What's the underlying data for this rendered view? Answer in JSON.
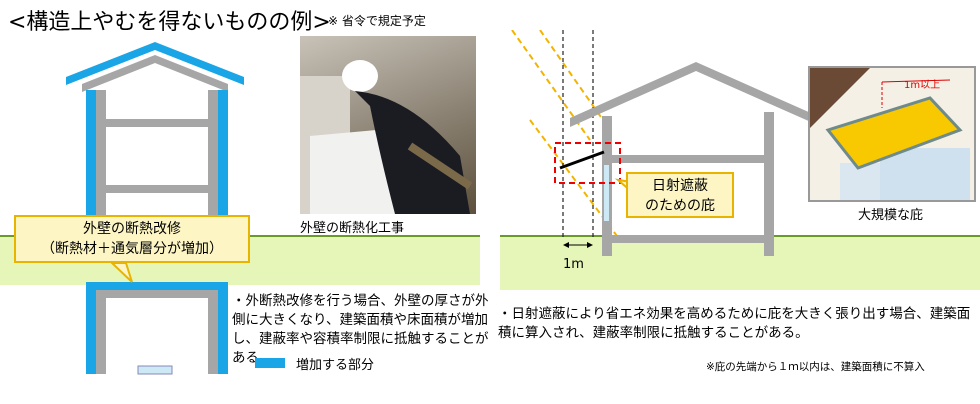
{
  "title": "<構造上やむを得ないものの例>",
  "title_note": "※ 省令で規定予定",
  "left": {
    "callout": {
      "line1": "外壁の断熱改修",
      "line2": "（断熱材＋通気層分が増加）"
    },
    "photo_caption": "外壁の断熱化工事",
    "bullet": "・外断熱改修を行う場合、外壁の厚さが外側に大きくなり、建築面積や床面積が増加し、建蔽率や容積率制限に抵触することがある。",
    "legend": {
      "label": "増加する部分",
      "color": "#1aa5e6"
    }
  },
  "right": {
    "eave_label": {
      "line1": "日射遮蔽",
      "line2": "のための庇"
    },
    "dim_label": "1m",
    "inset_label": "1m以上",
    "large_caption": "大規模な庇",
    "bullet": "・日射遮蔽により省エネ効果を高めるために庇を大きく張り出す場合、建築面積に算入され、建蔽率制限に抵触することがある。",
    "note": "※庇の先端から１ｍ以内は、建築面積に不算入"
  }
}
